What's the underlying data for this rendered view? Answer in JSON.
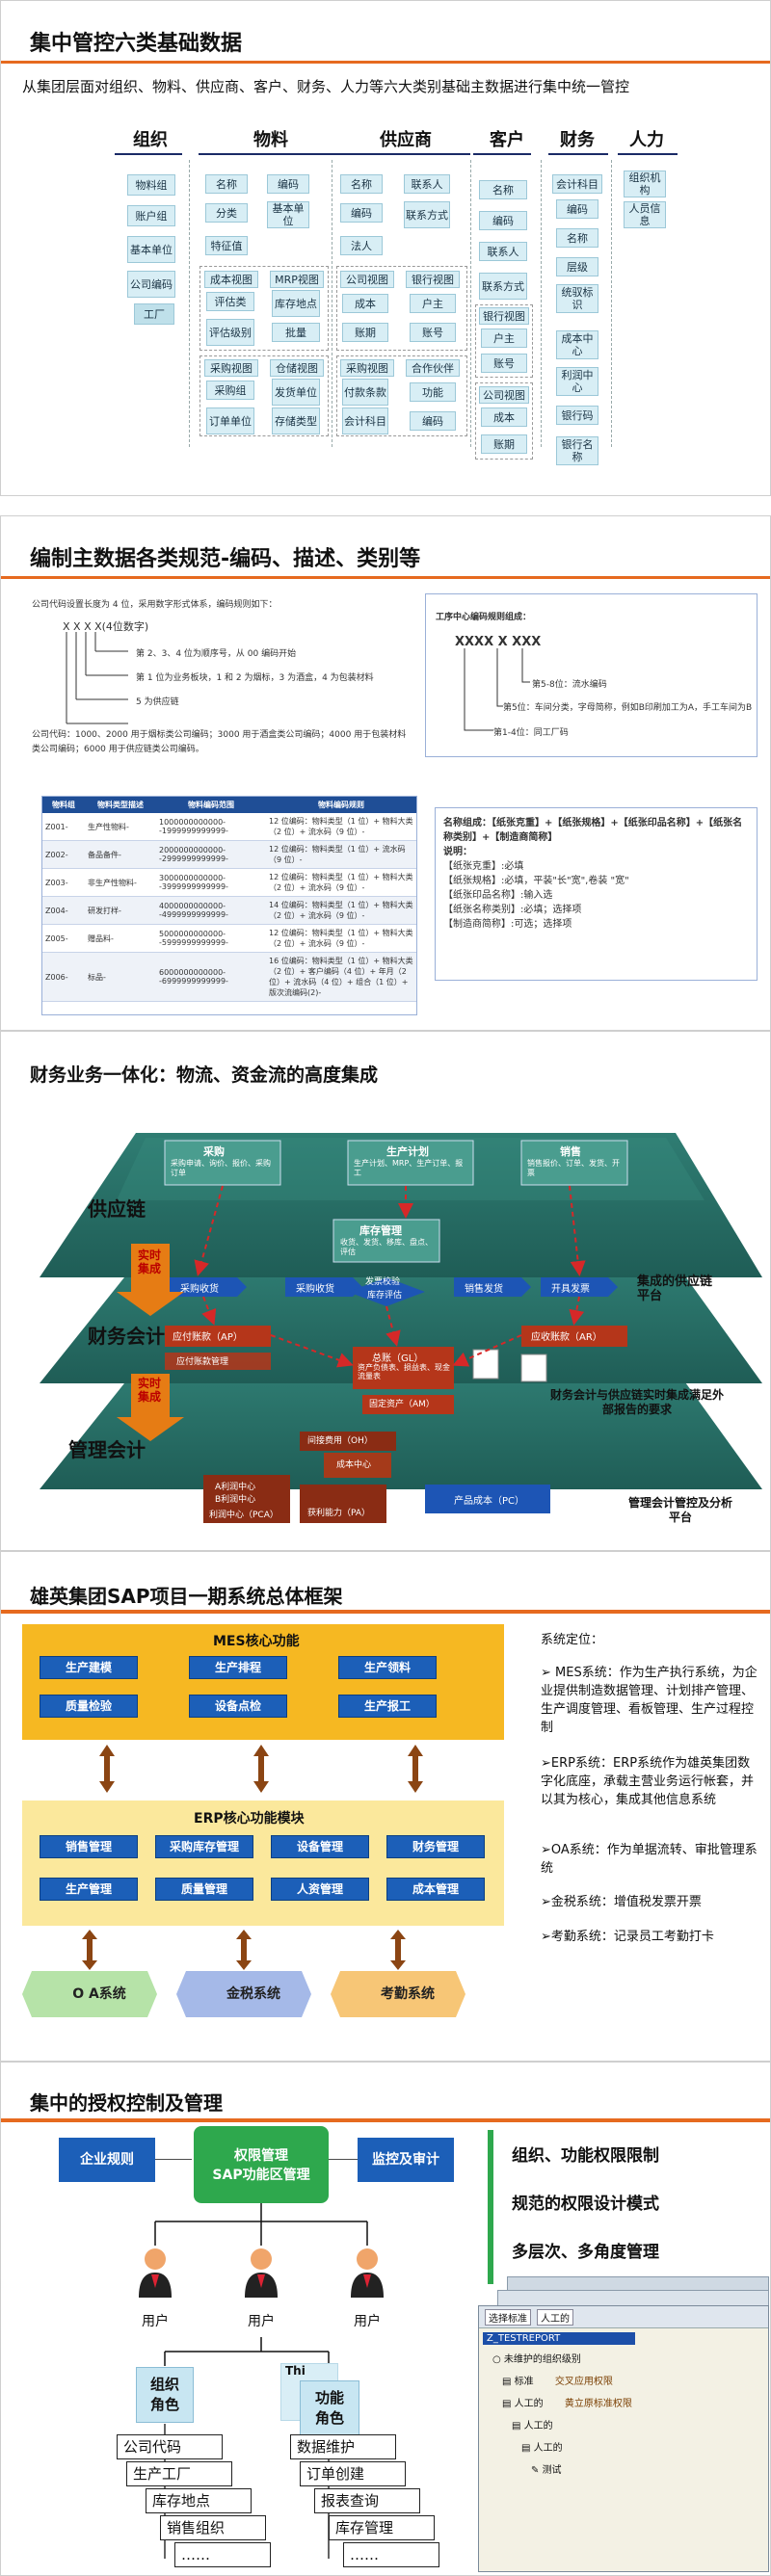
{
  "slide1": {
    "title": "集中管控六类基础数据",
    "subtitle": "从集团层面对组织、物料、供应商、客户、财务、人力等六大类别基础主数据进行集中统一管控",
    "categories": [
      "组织",
      "物料",
      "供应商",
      "客户",
      "财务",
      "人力"
    ],
    "org": [
      "物料组",
      "账户组",
      "基本单位",
      "公司编码",
      "工厂"
    ],
    "material_top": [
      "名称",
      "编码",
      "分类",
      "基本单位",
      "特征值"
    ],
    "material_g1": [
      "成本视图",
      "MRP视图",
      "评估类",
      "库存地点",
      "评估级别",
      "批量"
    ],
    "material_g2": [
      "采购视图",
      "仓储视图",
      "采购组",
      "发货单位",
      "订单单位",
      "存储类型"
    ],
    "supplier_top": [
      "名称",
      "联系人",
      "编码",
      "联系方式",
      "法人"
    ],
    "supplier_g1": [
      "公司视图",
      "银行视图",
      "成本",
      "户主",
      "账期",
      "账号"
    ],
    "supplier_g2": [
      "采购视图",
      "合作伙伴",
      "付款条款",
      "功能",
      "会计科目",
      "编码"
    ],
    "customer": [
      "名称",
      "编码",
      "联系人",
      "联系方式"
    ],
    "customer_g1": [
      "银行视图",
      "户主",
      "账号"
    ],
    "customer_g2": [
      "公司视图",
      "成本",
      "账期"
    ],
    "finance": [
      "会计科目",
      "编码",
      "名称",
      "层级",
      "统驭标识",
      "成本中心",
      "利润中心",
      "银行码",
      "银行名称"
    ],
    "hr": [
      "组织机构",
      "人员信息"
    ]
  },
  "slide2": {
    "title": "编制主数据各类规范-编码、描述、类别等",
    "rule_intro": "公司代码设置长度为 4 位，采用数字形式体系，编码规则如下：",
    "rule_pattern": "X X X X(4位数字)",
    "rule_lines": [
      "第 2、3、4 位为顺序号，从 00 编码开始",
      "第 1 位为业务板块，1 和 2 为烟标，3 为酒盒，4 为包装材料",
      "5 为供应链"
    ],
    "rule_example": "公司代码：1000、2000 用于烟标类公司编码；3000 用于酒盒类公司编码；4000 用于包装材料类公司编码；6000 用于供应链类公司编码。",
    "material_rule_title": "工序中心编码规则组成：",
    "material_rule_pattern": "XXXX X XXX",
    "material_rule_lines": [
      "第5-8位：流水编码",
      "第5位：车间分类，字母简称，例如B印刷加工为A，手工车间为B",
      "第1-4位：同工厂码"
    ],
    "table_headers": [
      "物料组",
      "物料类型描述",
      "物料编码范围",
      "物料编码规则"
    ],
    "table_rows": [
      [
        "Z001-",
        "生产性物料-",
        "1000000000000--1999999999999-",
        "12 位编码：物料类型（1 位）+ 物料大类（2 位）+ 流水码（9 位）-"
      ],
      [
        "Z002-",
        "备品备件-",
        "2000000000000--2999999999999-",
        "12 位编码：物料类型（1 位）+ 流水码（9 位）-"
      ],
      [
        "Z003-",
        "非生产性物料-",
        "3000000000000--3999999999999-",
        "12 位编码：物料类型（1 位）+ 物料大类（2 位）+ 流水码（9 位）-"
      ],
      [
        "Z004-",
        "研发打样-",
        "4000000000000--4999999999999-",
        "14 位编码：物料类型（1 位）+ 物料大类（2 位）+ 流水码（9 位）-"
      ],
      [
        "Z005-",
        "赠品料-",
        "5000000000000--5999999999999-",
        "12 位编码：物料类型（1 位）+ 物料大类（2 位）+ 流水码（9 位）-"
      ],
      [
        "Z006-",
        "标品-",
        "6000000000000--6999999999999-",
        "16 位编码：物料类型（1 位）+ 物料大类（2 位）+ 客户编码（4 位）+ 年月（2 位）+ 流水码（4 位）+ 组合（1 位）+ 版次流编码(2)-"
      ]
    ],
    "naming_rule": "名称组成：【纸张克重】+【纸张规格】+【纸张印品名称】+【纸张名称类别】+【制造商简称】",
    "naming_title": "说明：",
    "naming_lines": [
      "【纸张克重】:必填",
      "【纸张规格】:必填，平装\"长\"宽\",卷装 \"宽\"",
      "【纸张印品名称】:输入选",
      "【纸张名称类别】:必填；选择项",
      "【制造商简称】:可选；选择项"
    ]
  },
  "slide3": {
    "title": "财务业务一体化：物流、资金流的高度集成",
    "layer1": "供应链",
    "layer2": "财务会计",
    "layer3": "管理会计",
    "realtime1": "实时集成",
    "realtime2": "实时集成",
    "top_boxes": [
      "采购",
      "生产计划",
      "销售"
    ],
    "top_details": [
      "采购申请、询价、报价、采购订单",
      "生产计划、MRP、生产订单、报工",
      "销售报价、订单、发货、开票"
    ],
    "inventory": "库存管理",
    "inventory_sub": "收货、发货、移库、盘点、评估",
    "flows": [
      "采购收货",
      "采购收货",
      "销售发货",
      "开具发票"
    ],
    "invoice_verify": "发票校验",
    "eval": "库存评估",
    "right_label1": "集成的供应链平台",
    "ap": "应付账款（AP）",
    "ap_sub": "应付账款管理",
    "gl": "总账（GL）",
    "gl_sub": "资产负债表、损益表、现金流量表",
    "ar": "应收账款（AR）",
    "am": "固定资产（AM）",
    "right_label2": "财务会计与供应链实时集成满足外部报告的要求",
    "oh": "间接费用（OH）",
    "cc": "成本中心",
    "pca": "利润中心（PCA）",
    "pca_items": [
      "A利润中心",
      "B利润中心"
    ],
    "pa": "获利能力（PA）",
    "pc": "产品成本（PC）",
    "right_label3": "管理会计管控及分析平台"
  },
  "slide4": {
    "title": "雄英集团SAP项目一期系统总体框架",
    "mes_title": "MES核心功能",
    "mes_items": [
      "生产建模",
      "生产排程",
      "生产领料",
      "质量检验",
      "设备点检",
      "生产报工"
    ],
    "erp_title": "ERP核心功能模块",
    "erp_items": [
      "销售管理",
      "采购库存管理",
      "设备管理",
      "财务管理",
      "生产管理",
      "质量管理",
      "人资管理",
      "成本管理"
    ],
    "bottom": [
      "O A系统",
      "金税系统",
      "考勤系统"
    ],
    "sys_heading": "系统定位：",
    "sys_items": [
      "MES系统：作为生产执行系统，为企业提供制造数据管理、计划排产管理、生产调度管理、看板管理、生产过程控制",
      "ERP系统：ERP系统作为雄英集团数字化底座，承载主营业务运行帐套，并以其为核心，集成其他信息系统",
      "OA系统：作为单据流转、审批管理系统",
      "金税系统：增值税发票开票",
      "考勤系统：记录员工考勤打卡"
    ],
    "colors": {
      "mes": "#f6b822",
      "erp": "#fbe89c",
      "btn": "#1c5fb8"
    }
  },
  "slide5": {
    "title": "集中的授权控制及管理",
    "left_box": "企业规则",
    "center_box": "权限管理\nSAP功能区管理",
    "right_box": "监控及审计",
    "users": [
      "用户",
      "用户",
      "用户"
    ],
    "role1": "组织\n角色",
    "role2": "功能\n角色",
    "role2_ghost": "Thi",
    "org_list": [
      "公司代码",
      "生产工厂",
      "库存地点",
      "销售组织",
      "……"
    ],
    "func_list": [
      "数据维护",
      "订单创建",
      "报表查询",
      "库存管理",
      "……"
    ],
    "features": [
      "组织、功能权限限制",
      "规范的权限设计模式",
      "多层次、多角度管理"
    ],
    "screen_items": [
      "选择标准",
      "人工的",
      "Z_TESTREPORT",
      "未维护的组织级别",
      "标准",
      "交叉应用权限",
      "人工的",
      "黄立原标准权限",
      "人工的",
      "人工的",
      "测试"
    ]
  }
}
